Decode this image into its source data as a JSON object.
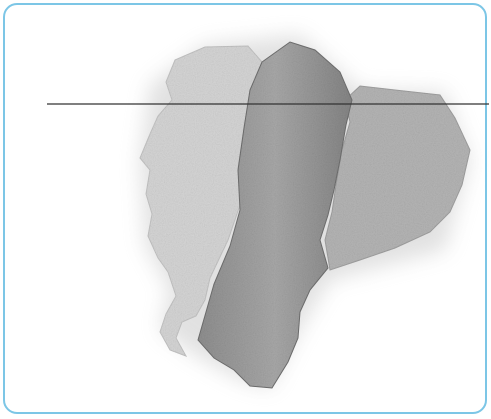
{
  "map": {
    "colors": {
      "frame_border": "#7cc6e6",
      "coast_region": "#d7d7d7",
      "sierra_region": "#9a9a9a",
      "amazon_region": "#b3b3b3",
      "equator_line": "#333333",
      "background": "#ffffff"
    },
    "regions": [
      "coast-region",
      "sierra-region",
      "amazon-region"
    ],
    "features": [
      "equator-line"
    ]
  }
}
